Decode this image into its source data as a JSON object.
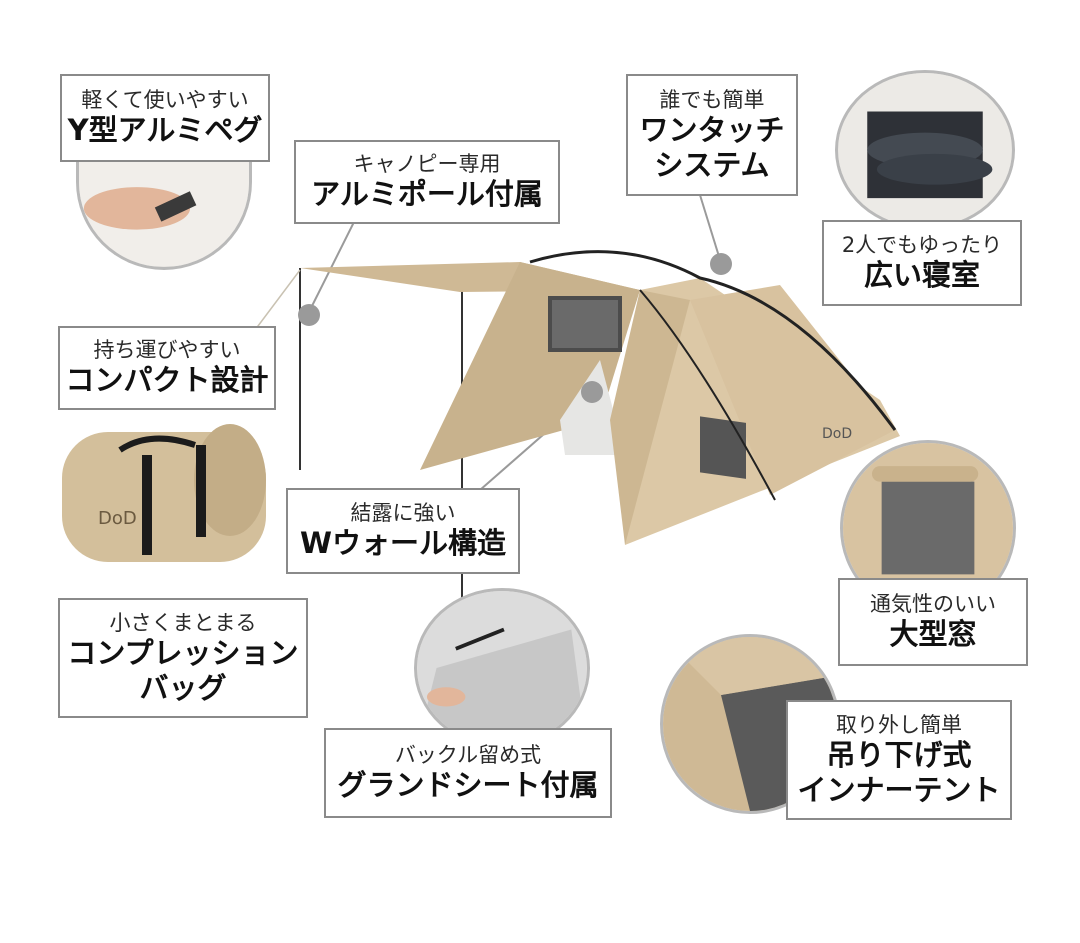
{
  "colors": {
    "tent": "#d7c3a2",
    "tent_shadow": "#b9a37f",
    "tent_dark": "#9e8864",
    "border": "#8a8a8a",
    "leader": "#9a9a9a",
    "text": "#111111"
  },
  "brand": "DoD",
  "labels": {
    "peg": {
      "sub": "軽くて使いやすい",
      "main": "Y型アルミペグ"
    },
    "canopy_pole": {
      "sub": "キャノピー専用",
      "main": "アルミポール付属"
    },
    "one_touch": {
      "sub": "誰でも簡単",
      "main1": "ワンタッチ",
      "main2": "システム"
    },
    "bedroom": {
      "sub": "2人でもゆったり",
      "main": "広い寝室"
    },
    "compact": {
      "sub": "持ち運びやすい",
      "main": "コンパクト設計"
    },
    "double_wall": {
      "sub": "結露に強い",
      "main": "Wウォール構造"
    },
    "compression_bag": {
      "sub": "小さくまとまる",
      "main1": "コンプレッション",
      "main2": "バッグ"
    },
    "window": {
      "sub": "通気性のいい",
      "main": "大型窓"
    },
    "ground_sheet": {
      "sub": "バックル留め式",
      "main": "グランドシート付属"
    },
    "inner_tent": {
      "sub": "取り外し簡単",
      "main1": "吊り下げ式",
      "main2": "インナーテント"
    }
  }
}
